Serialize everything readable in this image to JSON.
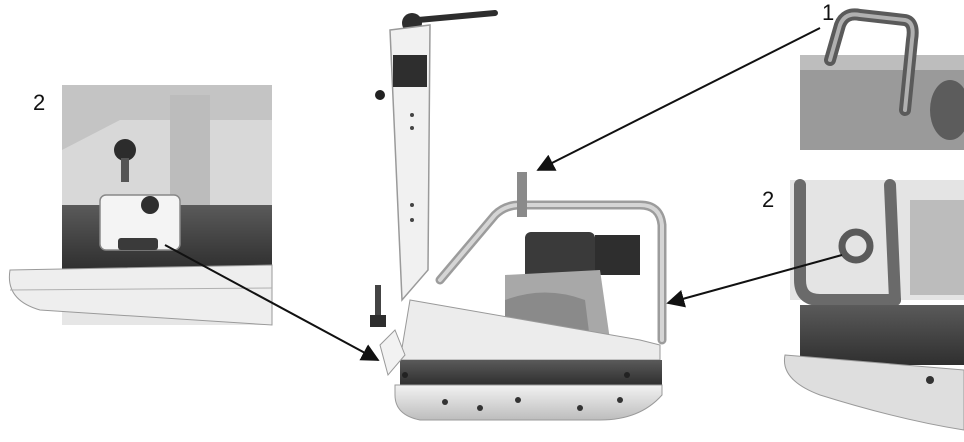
{
  "callouts": {
    "left_detail_label": "2",
    "right_top_label": "1",
    "right_bottom_label": "2"
  },
  "colors": {
    "ink": "#111111",
    "dark_gray": "#3a3a3a",
    "mid_gray": "#7a7a7a",
    "light_gray": "#cfcfcf",
    "pale": "#ececec"
  }
}
